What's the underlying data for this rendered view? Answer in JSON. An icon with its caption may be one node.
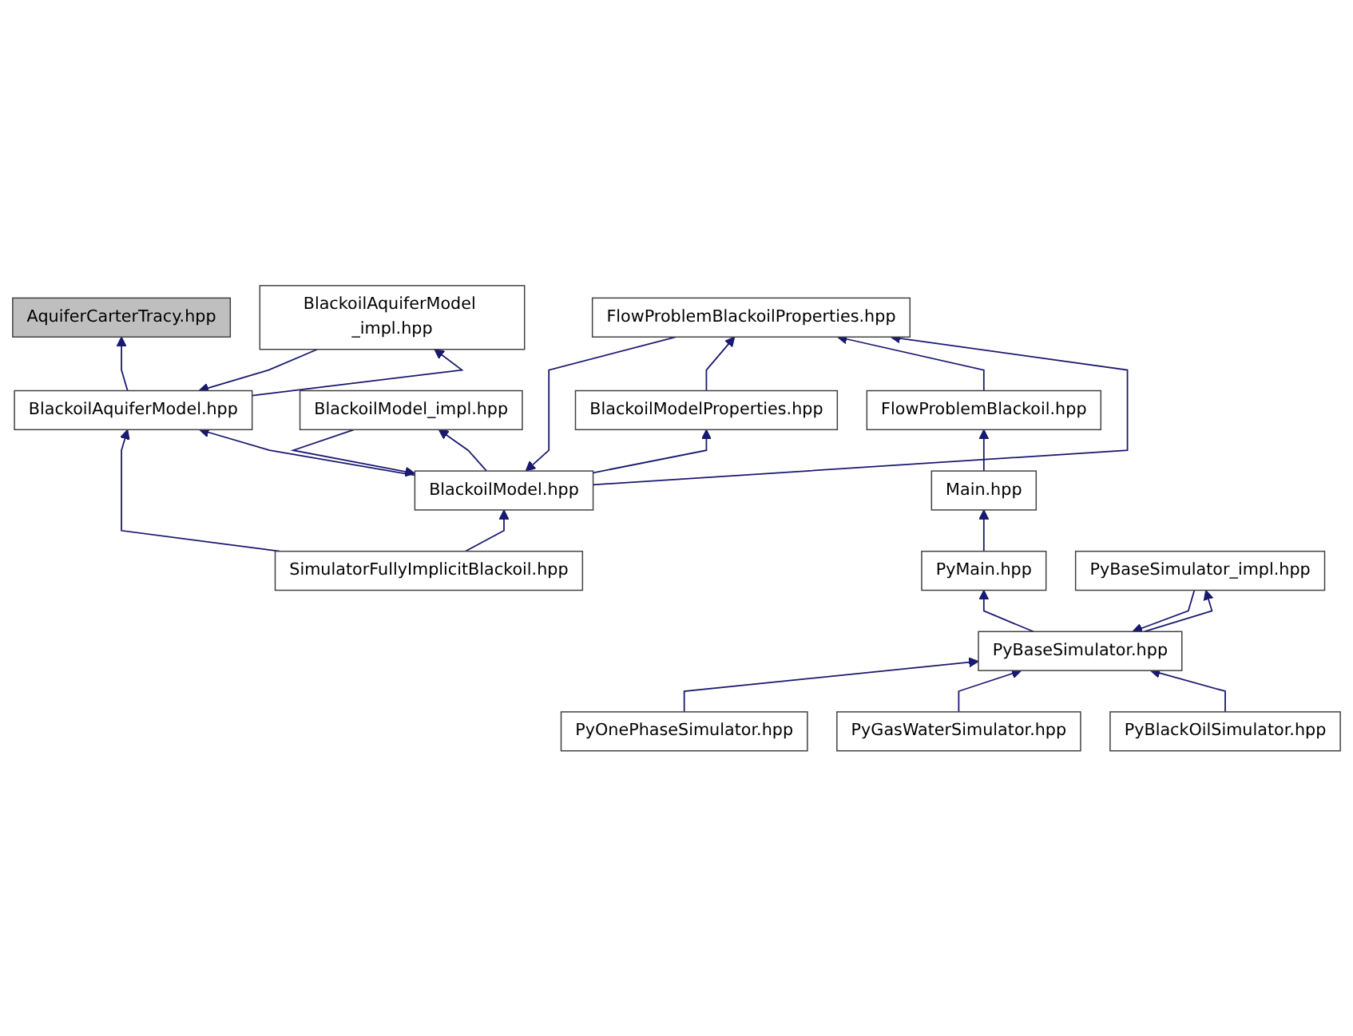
{
  "diagram": {
    "nodes": [
      {
        "text": [
          "AquiferCarterTracy.hpp"
        ]
      },
      {
        "text": [
          "BlackoilAquiferModel.hpp"
        ]
      },
      {
        "text": [
          "BlackoilAquiferModel _impl.hpp"
        ]
      },
      {
        "text": [
          "BlackoilModel.hpp"
        ]
      },
      {
        "text": [
          "BlackoilModel_impl.hpp"
        ]
      },
      {
        "text": [
          "FlowProblemBlackoilProperties.hpp"
        ]
      },
      {
        "text": [
          "SimulatorFullyImplicitBlackoil.hpp"
        ]
      },
      {
        "text": [
          "FlowProblemBlackoil.hpp"
        ]
      },
      {
        "text": [
          "BlackoilModelProperties.hpp"
        ]
      },
      {
        "text": [
          "Main.hpp"
        ]
      },
      {
        "text": [
          "PyMain.hpp"
        ]
      },
      {
        "text": [
          "PyBaseSimulator.hpp"
        ]
      },
      {
        "text": [
          "PyBaseSimulator_impl.hpp"
        ]
      },
      {
        "text": [
          "PyBlackOilSimulator.hpp"
        ]
      },
      {
        "text": [
          "PyGasWaterSimulator.hpp"
        ]
      },
      {
        "text": [
          "PyOnePhaseSimulator.hpp"
        ]
      }
    ],
    "edges": [
      {
        "from": 1,
        "to": 0,
        "arrow": "to"
      },
      {
        "from": 2,
        "to": 1,
        "arrow": "to"
      },
      {
        "from": 1,
        "to": 2,
        "arrow": "to"
      },
      {
        "from": 3,
        "to": 1,
        "arrow": "to"
      },
      {
        "from": 6,
        "to": 1,
        "arrow": "to"
      },
      {
        "from": 4,
        "to": 3,
        "arrow": "to"
      },
      {
        "from": 3,
        "to": 4,
        "arrow": "to"
      },
      {
        "from": 5,
        "to": 3,
        "arrow": "to"
      },
      {
        "from": 3,
        "to": 5,
        "arrow": "to"
      },
      {
        "from": 6,
        "to": 3,
        "arrow": "to"
      },
      {
        "from": 3,
        "to": 8,
        "arrow": "to"
      },
      {
        "from": 7,
        "to": 5,
        "arrow": "to"
      },
      {
        "from": 8,
        "to": 5,
        "arrow": "to"
      },
      {
        "from": 9,
        "to": 7,
        "arrow": "to"
      },
      {
        "from": 10,
        "to": 9,
        "arrow": "to"
      },
      {
        "from": 11,
        "to": 10,
        "arrow": "to"
      },
      {
        "from": 12,
        "to": 11,
        "arrow": "to"
      },
      {
        "from": 11,
        "to": 12,
        "arrow": "to"
      },
      {
        "from": 13,
        "to": 11,
        "arrow": "to"
      },
      {
        "from": 14,
        "to": 11,
        "arrow": "to"
      },
      {
        "from": 15,
        "to": 11,
        "arrow": "to"
      }
    ]
  }
}
